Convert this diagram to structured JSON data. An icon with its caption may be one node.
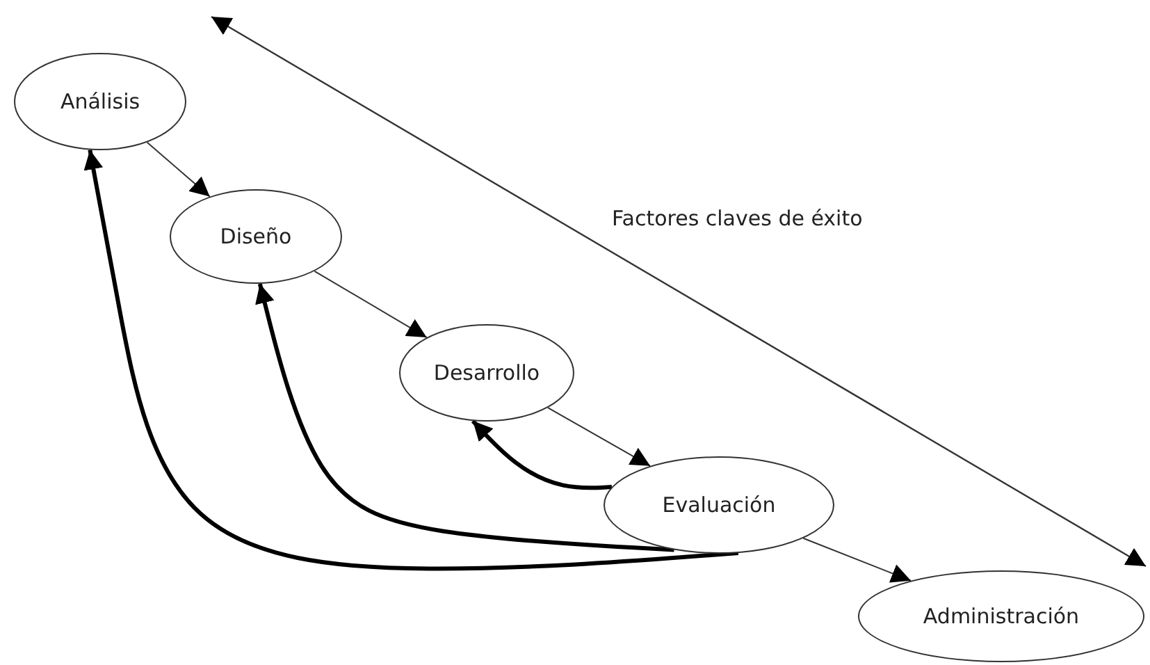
{
  "diagram": {
    "nodes": [
      {
        "text": [
          "Análisis"
        ]
      },
      {
        "text": [
          "Diseño"
        ]
      },
      {
        "text": [
          "Desarrollo"
        ]
      },
      {
        "text": [
          "Evaluación"
        ]
      },
      {
        "text": [
          "Administración"
        ]
      }
    ],
    "edges": [
      {
        "from": 0,
        "to": 1,
        "arrow": "to"
      },
      {
        "from": 1,
        "to": 2,
        "arrow": "to"
      },
      {
        "from": 2,
        "to": 3,
        "arrow": "to"
      },
      {
        "from": 3,
        "to": 4,
        "arrow": "to"
      },
      {
        "from": 3,
        "to": 2,
        "arrow": "to",
        "style": "thick"
      },
      {
        "from": 3,
        "to": 1,
        "arrow": "to",
        "style": "thick"
      },
      {
        "from": 3,
        "to": 0,
        "arrow": "to",
        "style": "thick"
      }
    ],
    "labels": [
      "Factores claves de éxito"
    ]
  }
}
